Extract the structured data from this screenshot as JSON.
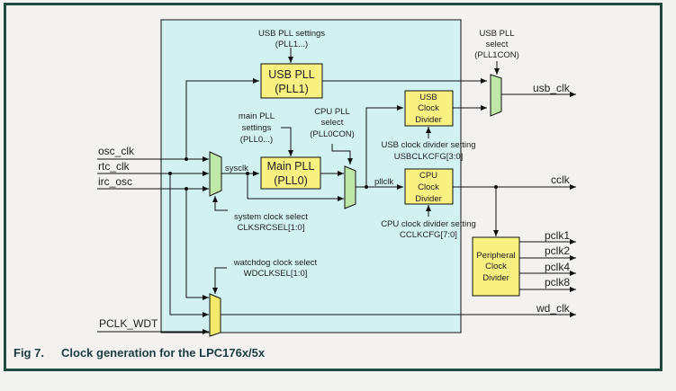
{
  "figure": {
    "number": "Fig 7.",
    "caption": "Clock generation for the LPC176x/5x"
  },
  "colors": {
    "frame_border": "#1f4a3e",
    "background": "#f3f2f0",
    "panel": "#d2f2f2",
    "block_fill": "#f8f080",
    "mux_fill": "#bfe8a8",
    "wd_mux_fill": "#f3ea6a",
    "caption": "#1d3c3f"
  },
  "inputs": {
    "osc_clk": "osc_clk",
    "rtc_clk": "rtc_clk",
    "irc_osc": "irc_osc",
    "pclk_wdt": "PCLK_WDT"
  },
  "outputs": {
    "usb_clk": "usb_clk",
    "cclk": "cclk",
    "pclk1": "pclk1",
    "pclk2": "pclk2",
    "pclk4": "pclk4",
    "pclk8": "pclk8",
    "wd_clk": "wd_clk"
  },
  "signals": {
    "sysclk": "sysclk",
    "pllclk": "pllclk"
  },
  "blocks": {
    "usb_pll": [
      "USB PLL",
      "(PLL1)"
    ],
    "main_pll": [
      "Main PLL",
      "(PLL0)"
    ],
    "usb_div": [
      "USB",
      "Clock",
      "Divider"
    ],
    "cpu_div": [
      "CPU",
      "Clock",
      "Divider"
    ],
    "periph_div": [
      "Peripheral",
      "Clock",
      "Divider"
    ]
  },
  "annotations": {
    "usb_pll_settings": [
      "USB PLL settings",
      "(PLL1...)"
    ],
    "usb_pll_select": [
      "USB PLL",
      "select",
      "(PLL1CON)"
    ],
    "main_pll_settings": [
      "main PLL",
      "settings",
      "(PLL0...)"
    ],
    "cpu_pll_select": [
      "CPU PLL",
      "select",
      "(PLL0CON)"
    ],
    "usb_div_setting": [
      "USB clock divider setting",
      "USBCLKCFG[3:0]"
    ],
    "cpu_div_setting": [
      "CPU clock divider setting",
      "CCLKCFG[7:0]"
    ],
    "sys_clk_select": [
      "system clock select",
      "CLKSRCSEL[1:0]"
    ],
    "wd_clk_select": [
      "watchdog clock select",
      "WDCLKSEL[1:0]"
    ]
  }
}
